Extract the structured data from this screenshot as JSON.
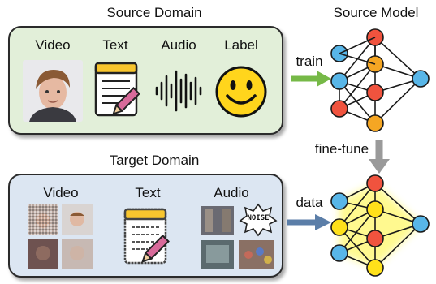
{
  "source_domain": {
    "title": "Source Domain",
    "labels": {
      "video": "Video",
      "text": "Text",
      "audio": "Audio",
      "label": "Label"
    }
  },
  "source_model": {
    "title": "Source Model"
  },
  "arrows": {
    "train": "train",
    "fine_tune": "fine-tune",
    "data": "data"
  },
  "target_domain": {
    "title": "Target Domain",
    "labels": {
      "video": "Video",
      "text": "Text",
      "audio": "Audio"
    },
    "noise_badge": "NOISE"
  },
  "colors": {
    "source_panel_bg": "#e2efd9",
    "target_panel_bg": "#dce6f2",
    "node_red": "#f0533e",
    "node_orange": "#f5a623",
    "node_blue": "#58b6e8",
    "node_yellow": "#ffe11a",
    "train_arrow": "#76b947",
    "finetune_arrow": "#9a9a9a",
    "data_arrow": "#5b7ea8"
  }
}
